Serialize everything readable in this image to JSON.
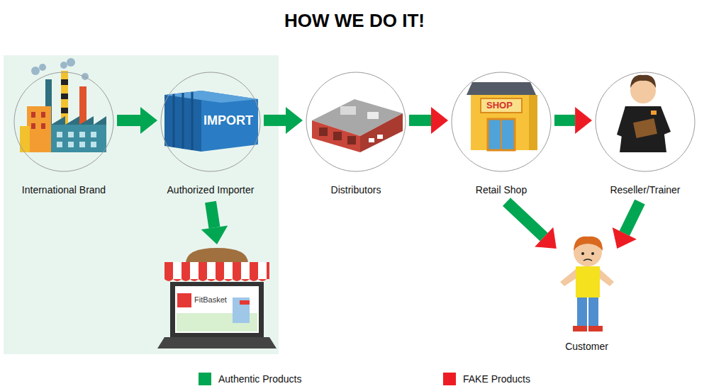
{
  "diagram": {
    "title": "HOW WE DO IT!",
    "nodes": [
      {
        "text": [
          "International Brand"
        ]
      },
      {
        "text": [
          "Authorized Importer"
        ]
      },
      {
        "text": [
          "Distributors"
        ]
      },
      {
        "text": [
          "Retail Shop"
        ]
      },
      {
        "text": [
          "Reseller/Trainer"
        ]
      },
      {
        "text": [
          "FitBasket"
        ]
      },
      {
        "text": [
          "Customer"
        ]
      }
    ],
    "edges": [
      {
        "from": 0,
        "to": 1,
        "arrow": "to"
      },
      {
        "from": 1,
        "to": 2,
        "arrow": "to"
      },
      {
        "from": 2,
        "to": 3,
        "arrow": "to"
      },
      {
        "from": 3,
        "to": 4,
        "arrow": "to"
      },
      {
        "from": 1,
        "to": 5,
        "arrow": "to"
      },
      {
        "from": 3,
        "to": 6,
        "arrow": "to"
      },
      {
        "from": 4,
        "to": 6,
        "arrow": "to"
      }
    ],
    "labels": [
      "IMPORT",
      "SHOP"
    ],
    "legend": [
      {
        "text": "Authentic Products",
        "color": "#00a651"
      },
      {
        "text": "FAKE Products",
        "color": "#ed1c24"
      }
    ]
  }
}
